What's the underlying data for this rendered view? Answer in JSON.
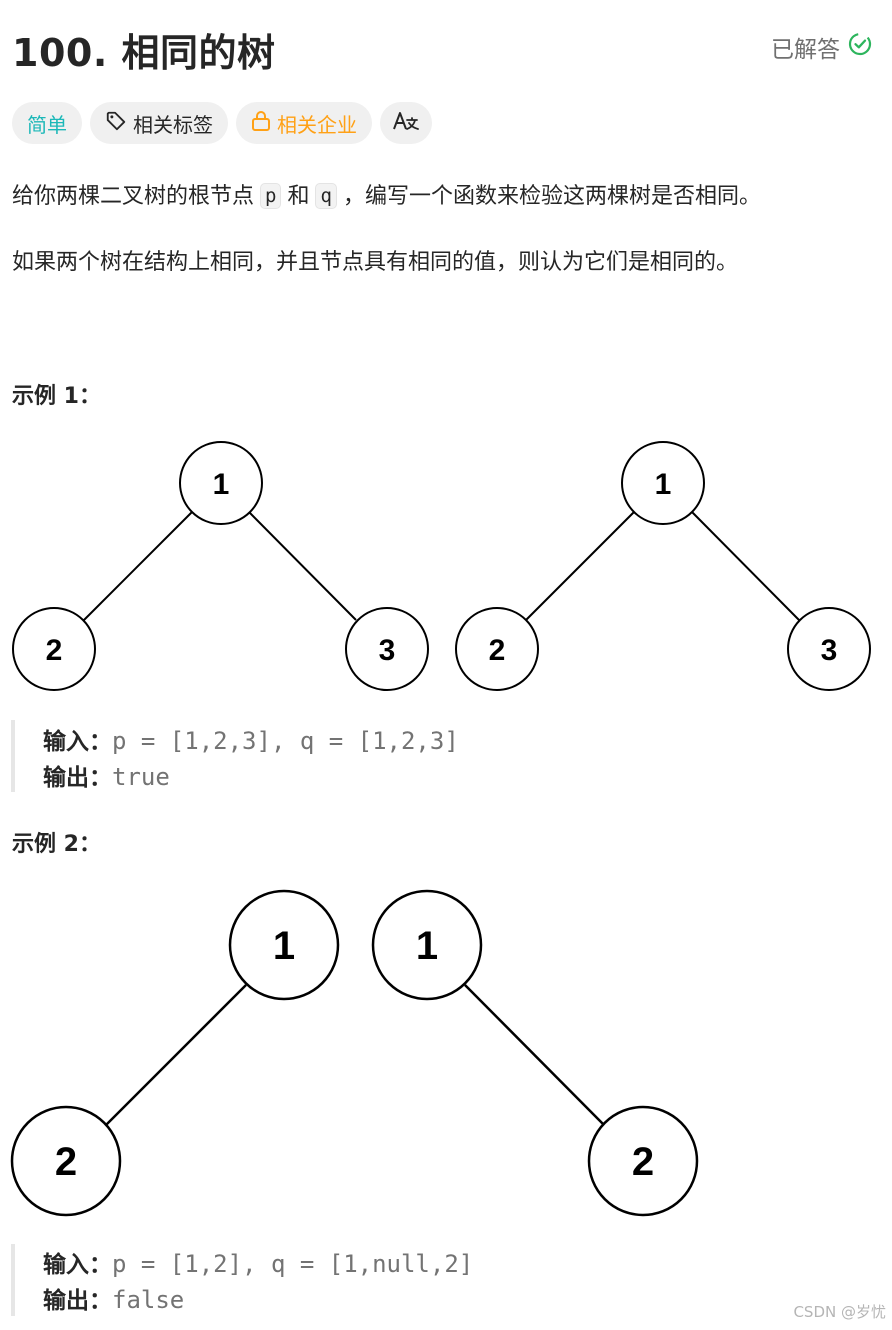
{
  "problem": {
    "title": "100. 相同的树",
    "status_label": "已解答",
    "status_color": "#2db55d"
  },
  "tags": [
    {
      "label": "简单",
      "color": "#1cb8b8"
    },
    {
      "label": "相关标签",
      "icon": "tag-icon"
    },
    {
      "label": "相关企业",
      "icon": "lock-icon",
      "color": "#ffa116"
    },
    {
      "label": "",
      "icon": "translate-icon"
    }
  ],
  "description": {
    "line1_before": "给你两棵二叉树的根节点",
    "p": "p",
    "mid": "和",
    "q": "q",
    "line1_after": "，编写一个函数来检验这两棵树是否相同。",
    "line2": "如果两个树在结构上相同，并且节点具有相同的值，则认为它们是相同的。"
  },
  "examples": [
    {
      "heading": "示例 1：",
      "input_label": "输入：",
      "input_value": "p = [1,2,3], q = [1,2,3]",
      "output_label": "输出：",
      "output_value": "true",
      "tree_nodes": [
        "1",
        "2",
        "3",
        "1",
        "2",
        "3"
      ]
    },
    {
      "heading": "示例 2：",
      "input_label": "输入：",
      "input_value": "p = [1,2], q = [1,null,2]",
      "output_label": "输出：",
      "output_value": "false",
      "tree_nodes": [
        "1",
        "2",
        "1",
        "2"
      ]
    }
  ],
  "watermark": "CSDN @岁忧"
}
